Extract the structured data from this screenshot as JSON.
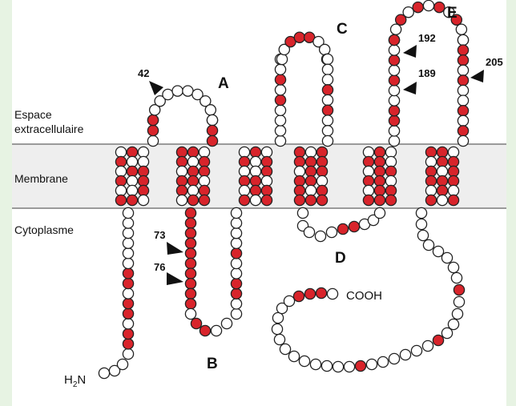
{
  "regions": {
    "extracellular_line1": "Espace",
    "extracellular_line2": "extracellulaire",
    "membrane": "Membrane",
    "cytoplasm": "Cytoplasme"
  },
  "loops": {
    "a": "A",
    "b": "B",
    "c": "C",
    "d": "D",
    "e": "E"
  },
  "residue_markers": {
    "m42": "42",
    "m73": "73",
    "m76": "76",
    "m189": "189",
    "m192": "192",
    "m205": "205"
  },
  "termini": {
    "n_prefix": "H",
    "n_sub": "2",
    "n_suffix": "N",
    "c_term": "COOH"
  },
  "colors": {
    "red": "#d8242b",
    "white": "#ffffff",
    "band": "#eeeeee",
    "sidebar": "#e7f3e3"
  }
}
